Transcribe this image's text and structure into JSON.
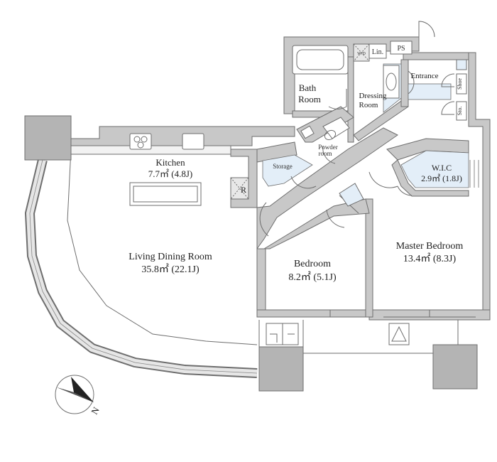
{
  "rooms": {
    "kitchen": {
      "name": "Kitchen",
      "area": "7.7㎡ (4.8J)"
    },
    "living": {
      "name": "Living Dining Room",
      "area": "35.8㎡ (22.1J)"
    },
    "bath": {
      "name_line1": "Bath",
      "name_line2": "Room"
    },
    "dressing": {
      "name_line1": "Dressing",
      "name_line2": "Room"
    },
    "powder": {
      "name_line1": "Powder",
      "name_line2": "room"
    },
    "storage": {
      "name": "Storage"
    },
    "entrance": {
      "name": "Entrance"
    },
    "wic": {
      "name": "W.I.C",
      "area": "2.9㎡ (1.8J)"
    },
    "bedroom": {
      "name": "Bedroom",
      "area": "8.2㎡ (5.1J)"
    },
    "master": {
      "name": "Master Bedroom",
      "area": "13.4㎡ (8.3J)"
    }
  },
  "fixtures": {
    "refrigerator": "R",
    "washer": "W/D",
    "linen": "Lin.",
    "pipe_space": "PS",
    "shoe": "Shoe",
    "storage_small": "Sto."
  },
  "compass": {
    "label": "N"
  },
  "colors": {
    "wall": "#c8c8c8",
    "wall_line": "#6e6e6e",
    "pillar": "#b4b4b4",
    "wet_area": "#e3eef8"
  }
}
